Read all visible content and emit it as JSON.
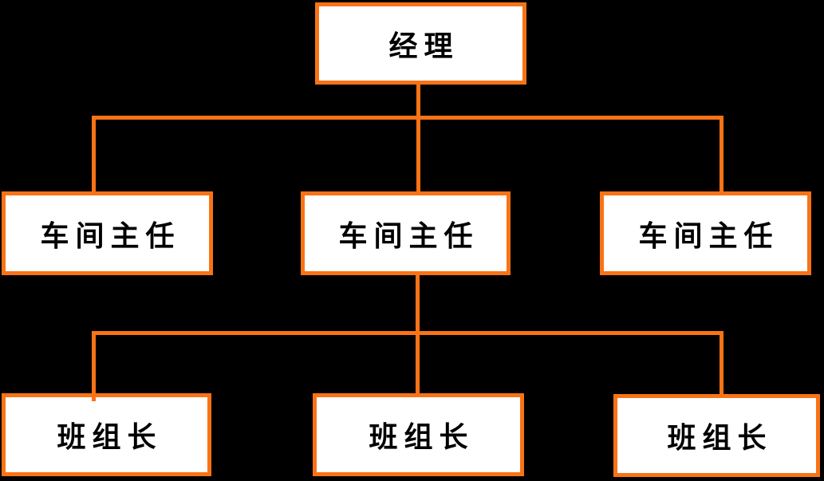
{
  "colors": {
    "background": "#000000",
    "line": "#F97316",
    "box_fill": "#ffffff",
    "text": "#000000"
  },
  "nodes": [
    {
      "id": "manager",
      "label": "经理",
      "level": 1
    },
    {
      "id": "supervisor-1",
      "label": "车间主任",
      "level": 2
    },
    {
      "id": "supervisor-2",
      "label": "车间主任",
      "level": 2
    },
    {
      "id": "supervisor-3",
      "label": "车间主任",
      "level": 2
    },
    {
      "id": "leader-1",
      "label": "班组长",
      "level": 3
    },
    {
      "id": "leader-2",
      "label": "班组长",
      "level": 3
    },
    {
      "id": "leader-3",
      "label": "班组长",
      "level": 3
    }
  ],
  "edges": [
    {
      "from": "manager",
      "to": "supervisor-1"
    },
    {
      "from": "manager",
      "to": "supervisor-2"
    },
    {
      "from": "manager",
      "to": "supervisor-3"
    },
    {
      "from": "supervisor-2",
      "to": "leader-1"
    },
    {
      "from": "supervisor-2",
      "to": "leader-2"
    },
    {
      "from": "supervisor-2",
      "to": "leader-3"
    }
  ]
}
